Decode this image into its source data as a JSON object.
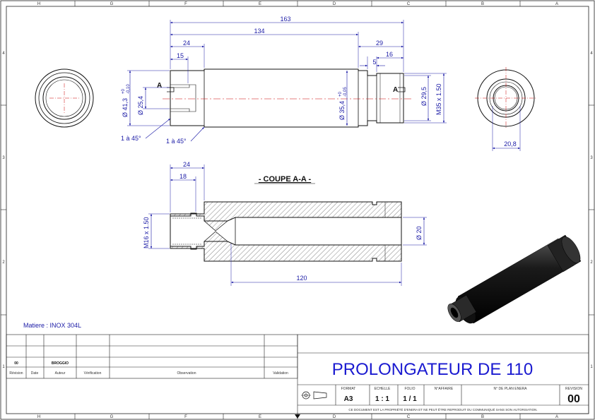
{
  "grid": {
    "cols": [
      "H",
      "G",
      "F",
      "E",
      "D",
      "C",
      "B",
      "A"
    ],
    "rows": [
      "4",
      "3",
      "2",
      "1"
    ]
  },
  "views": {
    "section_title": "- COUPE A-A -",
    "section_letter": "A"
  },
  "dimensions": {
    "overall_length": "163",
    "body_length": "134",
    "bore_24": "24",
    "bore_15": "15",
    "thread_29": "29",
    "thread_16": "16",
    "groove_5": "5",
    "dia_41": "Ø 41,3",
    "dia_41_tol_upper": "+0",
    "dia_41_tol_lower": "-0,10",
    "dia_25": "Ø 25,4",
    "dia_35": "Ø 35,4",
    "dia_35_tol_upper": "+0",
    "dia_35_tol_lower": "-0,05",
    "dia_29": "Ø 29,5",
    "thread_m35": "M35 x 1.50",
    "chamfer_left": "1 à 45°",
    "chamfer_mid": "1 à 45°",
    "side_dia": "20,8",
    "sec_24": "24",
    "sec_18": "18",
    "thread_m16": "M16 x 1.50",
    "dia_20": "Ø 20",
    "len_120": "120"
  },
  "material": "Matiere : INOX 304L",
  "revision_table": {
    "rev": "00",
    "author": "BROGGIO",
    "headers": [
      "Révision",
      "Date",
      "Auteur",
      "Vérification",
      "Observation",
      "Validation"
    ]
  },
  "title_block": {
    "title": "PROLONGATEUR DE 110",
    "format_label": "FORMAT",
    "format_value": "A3",
    "scale_label": "ECHELLE",
    "scale_value": "1 : 1",
    "folio_label": "FOLIO",
    "folio_value": "1 / 1",
    "affaire_label": "N°AFFAIRE",
    "plan_label": "N° DE PLAN ENERA",
    "revision_label": "REVISION",
    "revision_value": "00",
    "notice": "CE DOCUMENT EST LA PROPRIÉTÉ D'ENERA ET NE PEUT ÊTRE REPRODUIT OU COMMUNIQUÉ SANS SON AUTORISATION."
  },
  "colors": {
    "dimension": "#1a1aa6",
    "title": "#1a1ad0",
    "centerline": "#cc0000",
    "outline": "#111111"
  }
}
